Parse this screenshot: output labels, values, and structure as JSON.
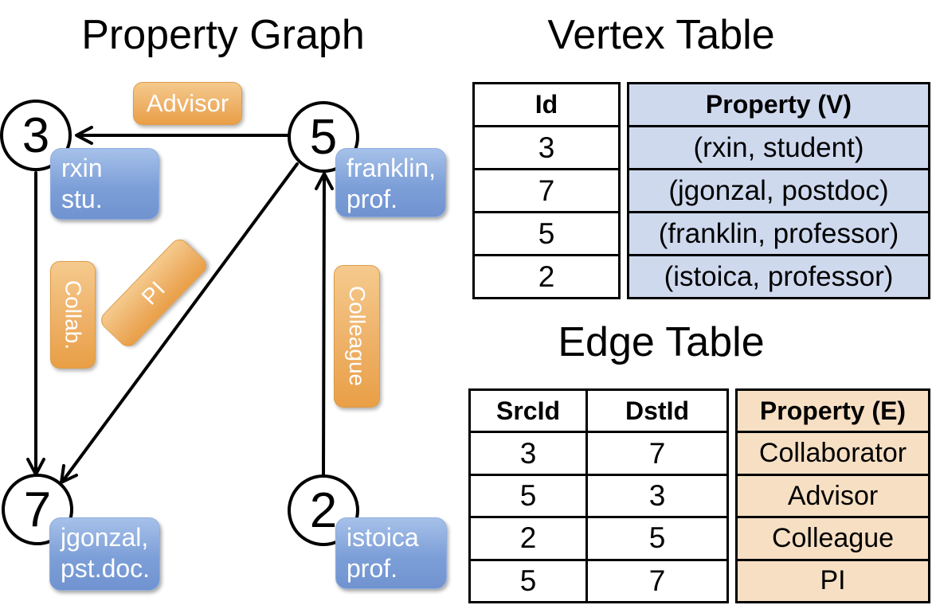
{
  "graph": {
    "title": "Property Graph",
    "nodes": [
      {
        "id": "3",
        "label_lines": [
          "rxin",
          "stu."
        ]
      },
      {
        "id": "5",
        "label_lines": [
          "franklin,",
          "prof."
        ]
      },
      {
        "id": "7",
        "label_lines": [
          "jgonzal,",
          "pst.doc."
        ]
      },
      {
        "id": "2",
        "label_lines": [
          "istoica",
          "prof."
        ]
      }
    ],
    "edge_labels": [
      {
        "text": "Advisor",
        "from": "5",
        "to": "3"
      },
      {
        "text": "Collab.",
        "from": "3",
        "to": "7"
      },
      {
        "text": "PI",
        "from": "5",
        "to": "7"
      },
      {
        "text": "Colleague",
        "from": "2",
        "to": "5"
      }
    ]
  },
  "vertex_table": {
    "title": "Vertex Table",
    "columns": [
      "Id",
      "Property (V)"
    ],
    "rows": [
      [
        "3",
        "(rxin, student)"
      ],
      [
        "7",
        "(jgonzal, postdoc)"
      ],
      [
        "5",
        "(franklin, professor)"
      ],
      [
        "2",
        "(istoica, professor)"
      ]
    ]
  },
  "edge_table": {
    "title": "Edge Table",
    "columns": [
      "SrcId",
      "DstId",
      "Property (E)"
    ],
    "rows": [
      [
        "3",
        "7",
        "Collaborator"
      ],
      [
        "5",
        "3",
        "Advisor"
      ],
      [
        "2",
        "5",
        "Colleague"
      ],
      [
        "5",
        "7",
        "PI"
      ]
    ]
  },
  "colors": {
    "vertex_box_blue_top": "#a6c1e9",
    "vertex_box_blue_bottom": "#7093d0",
    "edge_box_orange_top": "#f5ca8d",
    "edge_box_orange_bottom": "#e99f46",
    "vertex_table_property_bg": "#cfd9ee",
    "edge_table_property_bg": "#f6dfc3",
    "line_color": "#000000"
  }
}
